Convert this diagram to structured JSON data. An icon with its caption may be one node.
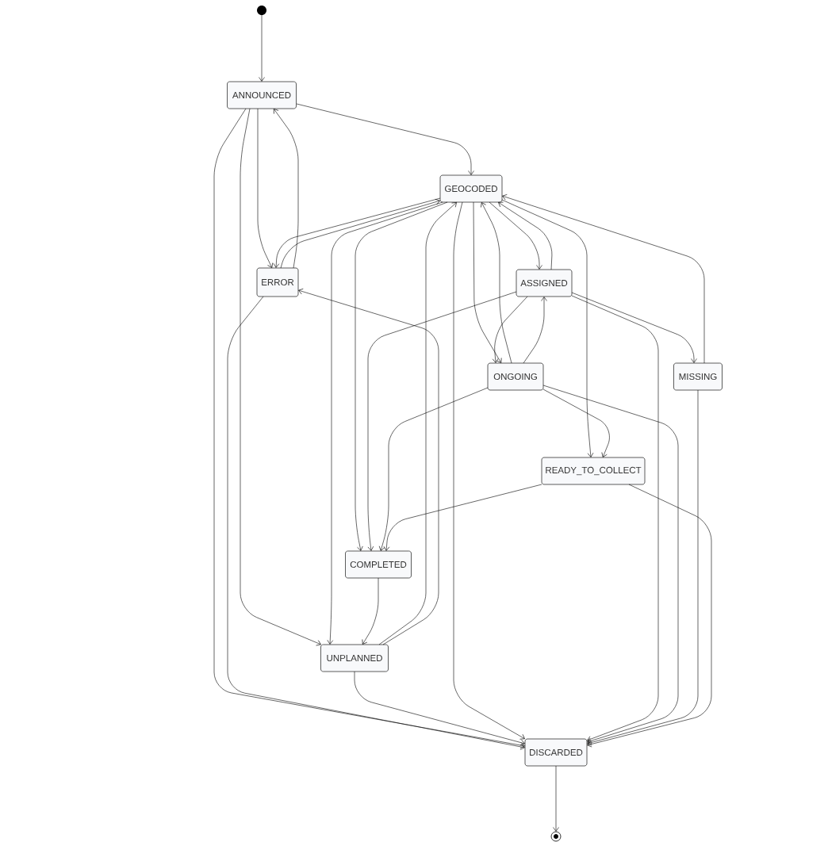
{
  "diagram": {
    "nodes": [
      {
        "text": [],
        "shape": "circle"
      },
      {
        "text": [
          "ANNOUNCED"
        ]
      },
      {
        "text": [
          "GEOCODED"
        ]
      },
      {
        "text": [
          "ERROR"
        ]
      },
      {
        "text": [
          "ASSIGNED"
        ]
      },
      {
        "text": [
          "ONGOING"
        ]
      },
      {
        "text": [
          "MISSING"
        ]
      },
      {
        "text": [
          "READY_TO_COLLECT"
        ]
      },
      {
        "text": [
          "COMPLETED"
        ]
      },
      {
        "text": [
          "UNPLANNED"
        ]
      },
      {
        "text": [
          "DISCARDED"
        ]
      },
      {
        "text": [],
        "shape": "circle"
      }
    ],
    "edges": [
      {
        "from": 0,
        "to": 1,
        "arrow": "to"
      },
      {
        "from": 1,
        "to": 2,
        "arrow": "to"
      },
      {
        "from": 1,
        "to": 3,
        "arrow": "to"
      },
      {
        "from": 3,
        "to": 1,
        "arrow": "to"
      },
      {
        "from": 1,
        "to": 9,
        "arrow": "to"
      },
      {
        "from": 1,
        "to": 10,
        "arrow": "to"
      },
      {
        "from": 2,
        "to": 3,
        "arrow": "to"
      },
      {
        "from": 3,
        "to": 2,
        "arrow": "to"
      },
      {
        "from": 2,
        "to": 9,
        "arrow": "to"
      },
      {
        "from": 2,
        "to": 8,
        "arrow": "to"
      },
      {
        "from": 9,
        "to": 2,
        "arrow": "to"
      },
      {
        "from": 9,
        "to": 3,
        "arrow": "to"
      },
      {
        "from": 2,
        "to": 10,
        "arrow": "to"
      },
      {
        "from": 2,
        "to": 5,
        "arrow": "to"
      },
      {
        "from": 5,
        "to": 2,
        "arrow": "to"
      },
      {
        "from": 2,
        "to": 4,
        "arrow": "to"
      },
      {
        "from": 4,
        "to": 2,
        "arrow": "to"
      },
      {
        "from": 2,
        "to": 7,
        "arrow": "to"
      },
      {
        "from": 6,
        "to": 2,
        "arrow": "to"
      },
      {
        "from": 4,
        "to": 5,
        "arrow": "to"
      },
      {
        "from": 5,
        "to": 4,
        "arrow": "to"
      },
      {
        "from": 4,
        "to": 6,
        "arrow": "to"
      },
      {
        "from": 4,
        "to": 10,
        "arrow": "to"
      },
      {
        "from": 4,
        "to": 8,
        "arrow": "to"
      },
      {
        "from": 5,
        "to": 8,
        "arrow": "to"
      },
      {
        "from": 5,
        "to": 7,
        "arrow": "to"
      },
      {
        "from": 5,
        "to": 10,
        "arrow": "to"
      },
      {
        "from": 6,
        "to": 10,
        "arrow": "to"
      },
      {
        "from": 7,
        "to": 8,
        "arrow": "to"
      },
      {
        "from": 7,
        "to": 10,
        "arrow": "to"
      },
      {
        "from": 3,
        "to": 10,
        "arrow": "to"
      },
      {
        "from": 8,
        "to": 9,
        "arrow": "to"
      },
      {
        "from": 9,
        "to": 10,
        "arrow": "to"
      },
      {
        "from": 10,
        "to": 11,
        "arrow": "to"
      }
    ]
  }
}
